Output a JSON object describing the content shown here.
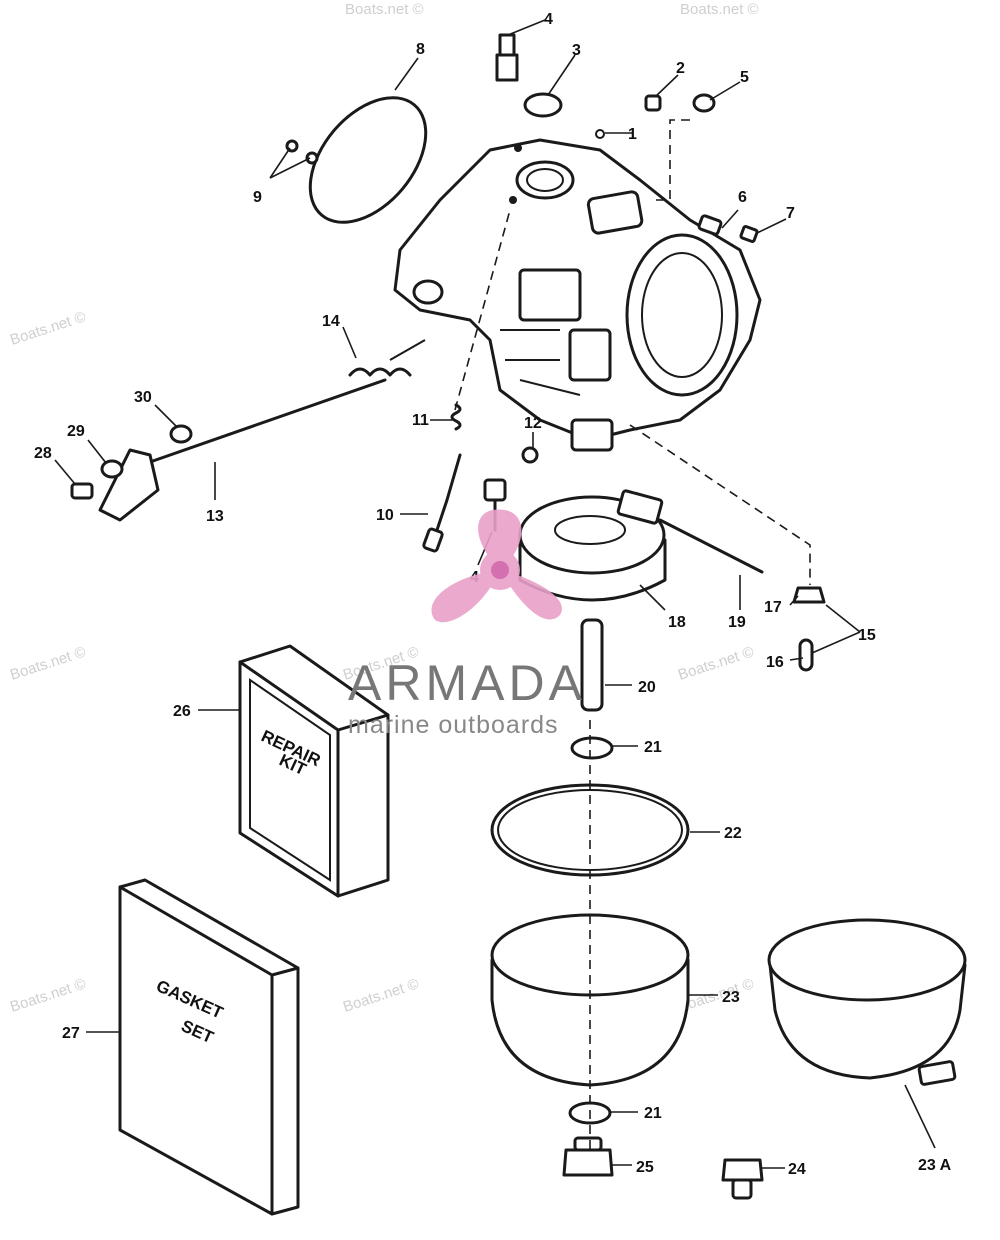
{
  "watermark": {
    "text": "Boats.net ©"
  },
  "brand": {
    "name": "ARMADA",
    "tagline": "marine outboards",
    "color_primary": "#e8a0c8",
    "color_accent": "#d060a8",
    "color_text": "#777777"
  },
  "kits": {
    "repair": [
      "REPAIR",
      "KIT"
    ],
    "gasket": [
      "GASKET",
      "SET"
    ]
  },
  "callouts": {
    "c1": "1",
    "c2": "2",
    "c3": "3",
    "c4": "4",
    "c4b": "4",
    "c5": "5",
    "c6": "6",
    "c7": "7",
    "c8": "8",
    "c9": "9",
    "c10": "10",
    "c11": "11",
    "c12": "12",
    "c13": "13",
    "c14": "14",
    "c15": "15",
    "c16": "16",
    "c17": "17",
    "c18": "18",
    "c19": "19",
    "c20": "20",
    "c21": "21",
    "c21b": "21",
    "c22": "22",
    "c23": "23",
    "c23a": "23 A",
    "c24": "24",
    "c25": "25",
    "c26": "26",
    "c27": "27",
    "c28": "28",
    "c29": "29",
    "c30": "30"
  }
}
